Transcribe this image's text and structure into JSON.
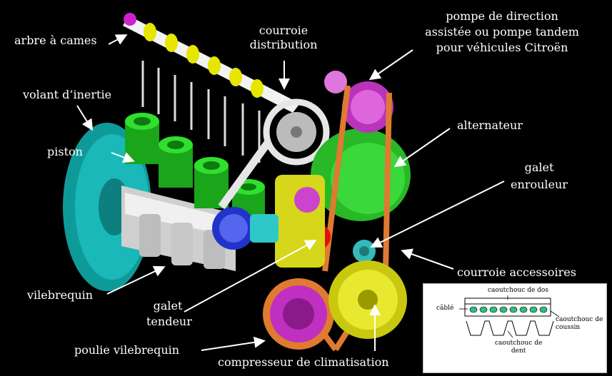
{
  "labels": {
    "arbre_a_cames": "arbre à cames",
    "courroie_distribution_l1": "courroie",
    "courroie_distribution_l2": "distribution",
    "pompe_l1": "pompe de direction",
    "pompe_l2": "assistée ou pompe tandem",
    "pompe_l3": "pour véhicules Citroën",
    "volant": "volant d’inertie",
    "piston": "piston",
    "alternateur": "alternateur",
    "galet_enrouleur_l1": "galet",
    "galet_enrouleur_l2": "enrouleur",
    "courroie_accessoires": "courroie accessoires",
    "vilebrequin": "vilebrequin",
    "galet_tendeur_l1": "galet",
    "galet_tendeur_l2": "tendeur",
    "poulie_vilebrequin": "poulie vilebrequin",
    "compresseur": "compresseur de climatisation"
  },
  "inset": {
    "caoutchouc_dos": "caoutchouc de dos",
    "cable": "câblé",
    "caoutchouc_coussin_l1": "caoutchouc de",
    "caoutchouc_coussin_l2": "coussin",
    "caoutchouc_dent_l1": "caoutchouc de",
    "caoutchouc_dent_l2": "dent"
  },
  "colors": {
    "background": "#000000",
    "label": "#ffffff",
    "crankshaft": "#d9d9d9",
    "pistons": "#22cc22",
    "flywheel": "#10a8a8",
    "camshaft": "#e0e000",
    "timing_belt": "#e6e6e6",
    "accessory_belt": "#e07a30",
    "pulleys": "#cc33cc",
    "alternator": "#33cc33",
    "compressor": "#dddd22",
    "tensioner": "#e01010",
    "idler": "#33bbbb",
    "cords": "#2fbf7f"
  }
}
